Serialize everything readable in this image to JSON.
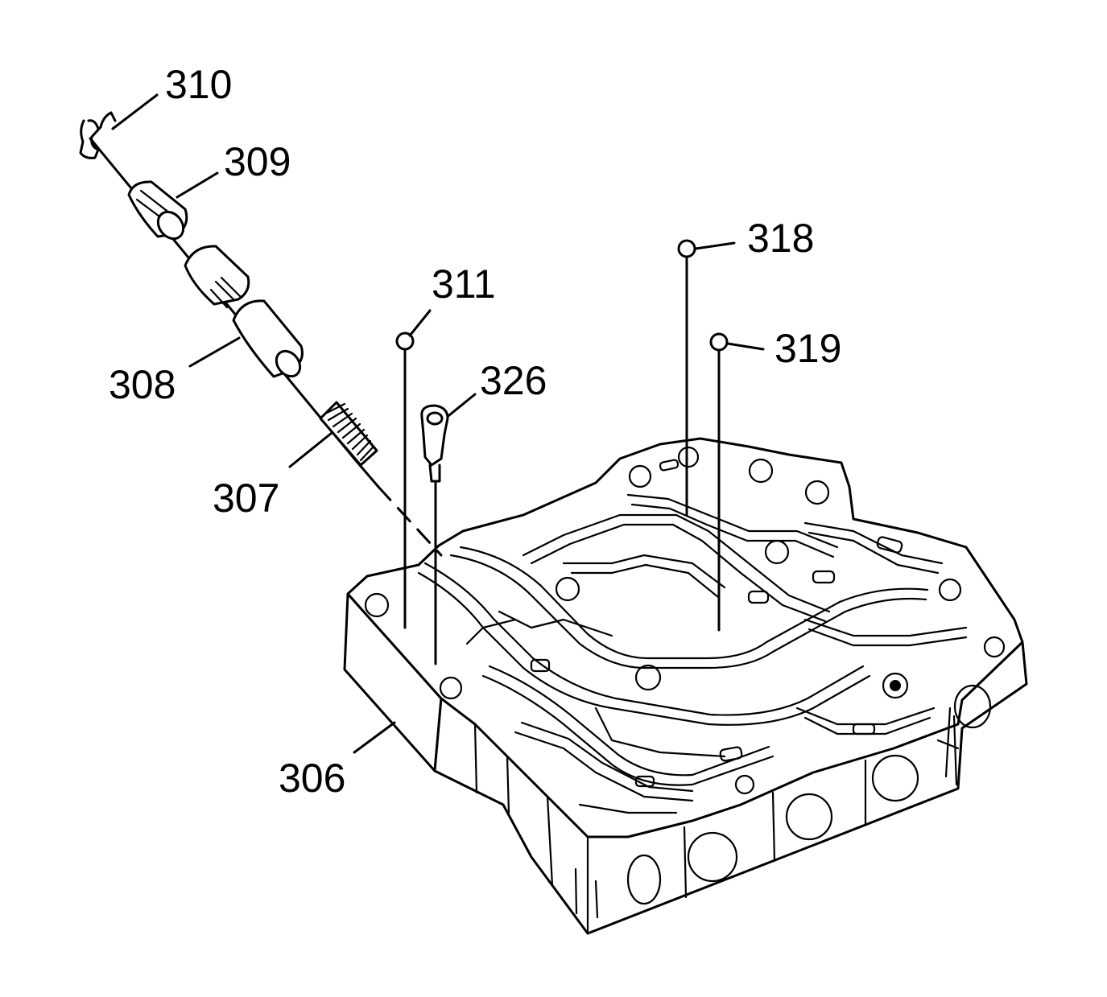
{
  "figure": {
    "background": "#ffffff",
    "ink": "#000000"
  },
  "callouts": {
    "c306": "306",
    "c307": "307",
    "c308": "308",
    "c309": "309",
    "c310": "310",
    "c311": "311",
    "c318": "318",
    "c319": "319",
    "c326": "326"
  }
}
